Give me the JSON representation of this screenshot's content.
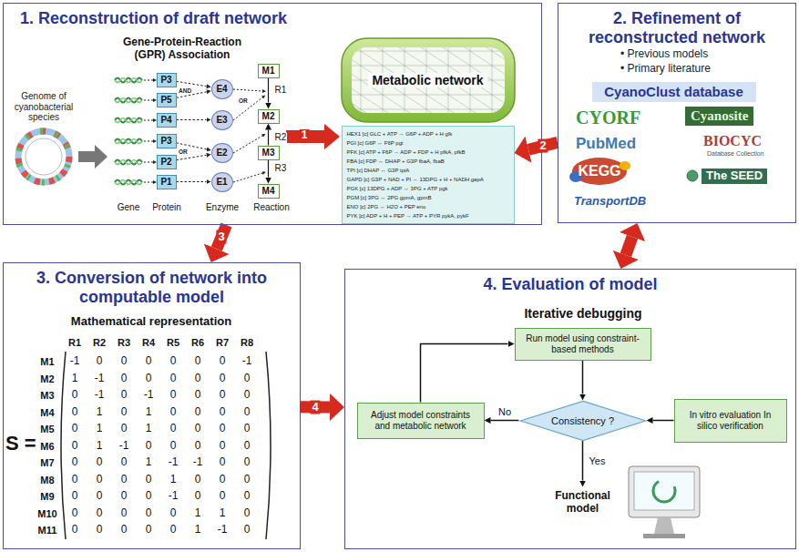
{
  "diagram": {
    "nodes": [
      {
        "text": [
          "1. Reconstruction of draft network"
        ]
      },
      {
        "text": [
          "P3"
        ],
        "in": 0
      },
      {
        "text": [
          "P5"
        ],
        "in": 0
      },
      {
        "text": [
          "P4"
        ],
        "in": 0
      },
      {
        "text": [
          "P3"
        ],
        "in": 0
      },
      {
        "text": [
          "P2"
        ],
        "in": 0
      },
      {
        "text": [
          "P1"
        ],
        "in": 0
      },
      {
        "text": [
          "E4"
        ],
        "in": 0
      },
      {
        "text": [
          "E3"
        ],
        "in": 0
      },
      {
        "text": [
          "E2"
        ],
        "in": 0
      },
      {
        "text": [
          "E1"
        ],
        "in": 0
      },
      {
        "text": [
          "M1"
        ],
        "in": 0
      },
      {
        "text": [
          "M2"
        ],
        "in": 0
      },
      {
        "text": [
          "M3"
        ],
        "in": 0
      },
      {
        "text": [
          "M4"
        ],
        "in": 0
      },
      {
        "text": [
          "Metabolic network"
        ],
        "in": 0
      },
      {
        "text": [
          "HEX1 [c] GLC + ATP → G6P + ADP + H glk",
          "PGI [c] G6P ↔ F6P pgi",
          "PFK [c] ATP + F6P → ADP + FDP + H pfkA, pfkB",
          "FBA [c] FDP ↔ DHAP + G3P fbaA, fbaB",
          "TPI [c] DHAP ↔ G3P tpiA",
          "GAPD [c] G3P + NAD + PI ↔ 13DPG + H + NADH gapA",
          "PGK [c] 13DPG + ADP ↔ 3PG + ATP pgk",
          "PGM [c] 3PG ↔ 2PG gpmA, gpmB",
          "ENO [c] 2PG ↔ H2O + PEP eno",
          "PYK [c] ADP + H + PEP → ATP + PYR pykA, pykF"
        ],
        "in": 0
      },
      {
        "text": [
          "2. Refinement of reconstructed network",
          "• Previous models",
          "• Primary literature"
        ]
      },
      {
        "text": [
          "CyanoClust database"
        ],
        "in": 17
      },
      {
        "text": [
          "3. Conversion of network into computable model"
        ]
      },
      {
        "text": [
          "4. Evaluation of model"
        ]
      },
      {
        "text": [
          "Run model using constraint-based methods"
        ],
        "in": 20
      },
      {
        "text": [
          "Consistency ?"
        ],
        "in": 20
      },
      {
        "text": [
          "Adjust model constraints and metabolic network"
        ],
        "in": 20
      },
      {
        "text": [
          "In vitro evaluation In silico verification"
        ],
        "in": 20
      },
      {
        "text": [
          "Functional model"
        ],
        "in": 20
      }
    ],
    "edges": [
      {
        "from": 1,
        "to": 7,
        "arrow": "to"
      },
      {
        "from": 2,
        "to": 7,
        "arrow": "to"
      },
      {
        "from": 3,
        "to": 8,
        "arrow": "to"
      },
      {
        "from": 4,
        "to": 9,
        "arrow": "to"
      },
      {
        "from": 5,
        "to": 9,
        "arrow": "to"
      },
      {
        "from": 6,
        "to": 10,
        "arrow": "to"
      },
      {
        "from": 11,
        "to": 12,
        "label": "R1",
        "arrow": "to"
      },
      {
        "from": 13,
        "to": 12,
        "label": "R2",
        "arrow": "to"
      },
      {
        "from": 13,
        "to": 14,
        "label": "R3",
        "arrow": "to"
      },
      {
        "from": 17,
        "to": 16,
        "label": "2",
        "arrow": "to"
      },
      {
        "from": 0,
        "to": 19,
        "label": "3",
        "arrow": "to"
      },
      {
        "from": 19,
        "to": 20,
        "label": "4",
        "arrow": "to"
      },
      {
        "from": 17,
        "to": 20,
        "arrow": "both"
      },
      {
        "from": 21,
        "to": 22,
        "arrow": "to"
      },
      {
        "from": 22,
        "to": 23,
        "label": "No",
        "arrow": "to"
      },
      {
        "from": 23,
        "to": 21,
        "arrow": "to"
      },
      {
        "from": 24,
        "to": 22,
        "arrow": "to"
      },
      {
        "from": 22,
        "to": 25,
        "label": "Yes",
        "arrow": "to"
      }
    ],
    "labels": [
      "Genome of cyanobacterial species",
      "Gene-Protein-Reaction (GPR) Association",
      "AND",
      "OR",
      "OR",
      "Gene",
      "Protein",
      "Enzyme",
      "Reaction",
      "1",
      "CYORF",
      "Cyanosite",
      "PubMed",
      "BIOCYC",
      "Database Collection",
      "KEGG",
      "The SEED",
      "TransportDB",
      "Mathematical representation",
      "S =",
      "R1",
      "R2",
      "R3",
      "R4",
      "R5",
      "R6",
      "R7",
      "R8",
      "M1",
      "M2",
      "M3",
      "M4",
      "M5",
      "M6",
      "M7",
      "M8",
      "M9",
      "M10",
      "M11",
      "-1",
      "0",
      "0",
      "0",
      "0",
      "0",
      "0",
      "-1",
      "1",
      "-1",
      "0",
      "0",
      "0",
      "0",
      "0",
      "0",
      "0",
      "-1",
      "0",
      "-1",
      "0",
      "0",
      "0",
      "0",
      "0",
      "1",
      "0",
      "1",
      "0",
      "0",
      "0",
      "0",
      "0",
      "1",
      "0",
      "1",
      "0",
      "0",
      "0",
      "0",
      "0",
      "1",
      "-1",
      "0",
      "0",
      "0",
      "0",
      "0",
      "0",
      "0",
      "0",
      "1",
      "-1",
      "-1",
      "0",
      "0",
      "0",
      "0",
      "0",
      "0",
      "1",
      "0",
      "0",
      "0",
      "0",
      "0",
      "0",
      "0",
      "-1",
      "0",
      "0",
      "0",
      "0",
      "0",
      "0",
      "0",
      "0",
      "1",
      "1",
      "0",
      "0",
      "0",
      "0",
      "0",
      "0",
      "1",
      "-1",
      "0",
      "Iterative debugging"
    ]
  }
}
